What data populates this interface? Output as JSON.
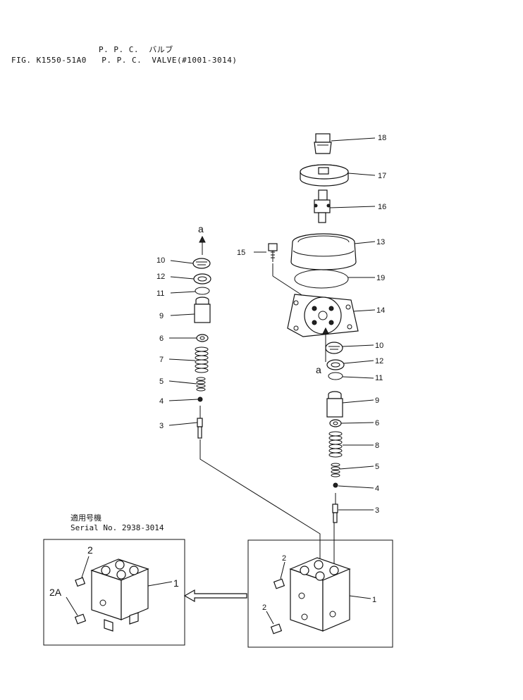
{
  "header": {
    "jp_title": "P. P. C.  バルブ",
    "fig_line": "FIG. K1550-51A0   P. P. C.  VALVE(#1001-3014)"
  },
  "inset": {
    "serial_jp": "適用号機",
    "serial_no": "Serial No. 2938-3014"
  },
  "callouts": {
    "n1": "1",
    "n2": "2",
    "n2a": "2A",
    "n3": "3",
    "n4": "4",
    "n5": "5",
    "n6": "6",
    "n7": "7",
    "n8": "8",
    "n9": "9",
    "n10": "10",
    "n11": "11",
    "n12": "12",
    "n13": "13",
    "n14": "14",
    "n15": "15",
    "n16": "16",
    "n17": "17",
    "n18": "18",
    "n19": "19",
    "a": "a"
  }
}
